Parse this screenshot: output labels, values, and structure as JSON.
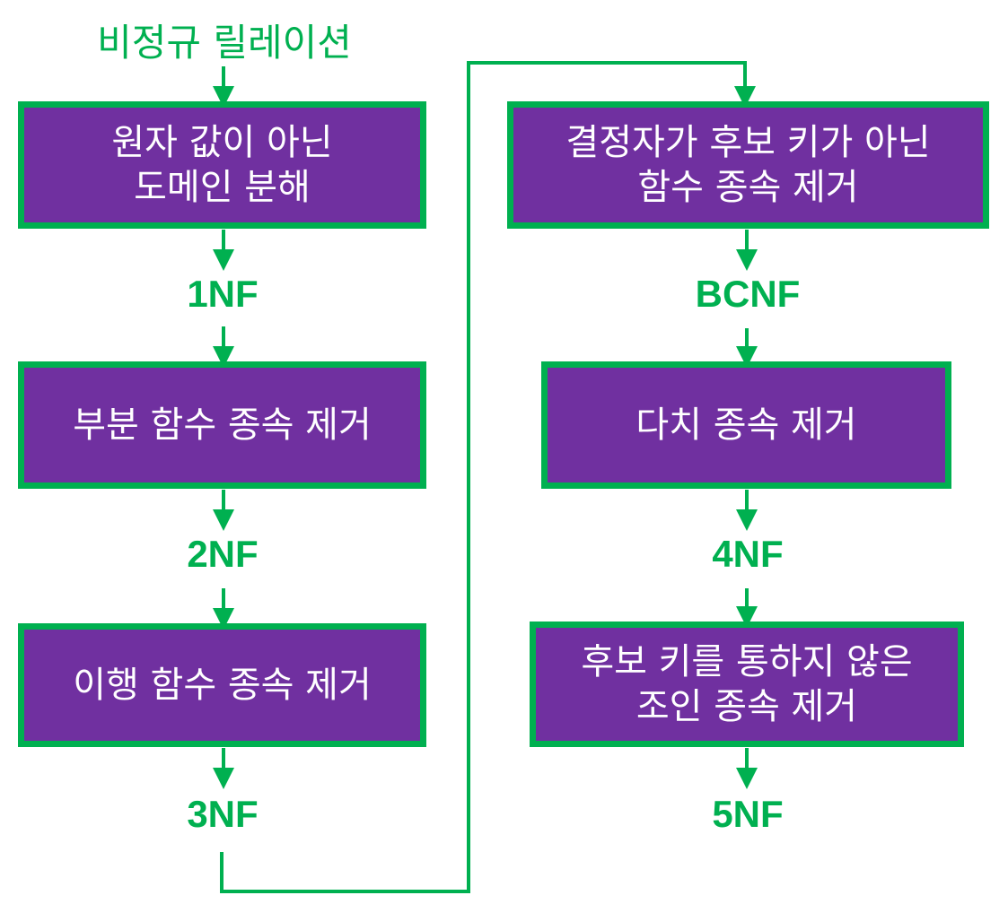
{
  "diagram": {
    "start_label": "비정규 릴레이션",
    "colors": {
      "box_fill": "#7030a0",
      "box_border": "#00b050",
      "text_green": "#00b050",
      "arrow_green": "#00b050"
    },
    "left_column": {
      "box1": {
        "line1": "원자 값이 아닌",
        "line2": "도메인 분해"
      },
      "nf1": "1NF",
      "box2": {
        "line1": "부분 함수 종속 제거"
      },
      "nf2": "2NF",
      "box3": {
        "line1": "이행 함수 종속 제거"
      },
      "nf3": "3NF"
    },
    "right_column": {
      "box4": {
        "line1": "결정자가 후보 키가 아닌",
        "line2": "함수 종속 제거"
      },
      "bcnf": "BCNF",
      "box5": {
        "line1": "다치 종속 제거"
      },
      "nf4": "4NF",
      "box6": {
        "line1": "후보 키를 통하지 않은",
        "line2": "조인 종속 제거"
      },
      "nf5": "5NF"
    }
  }
}
